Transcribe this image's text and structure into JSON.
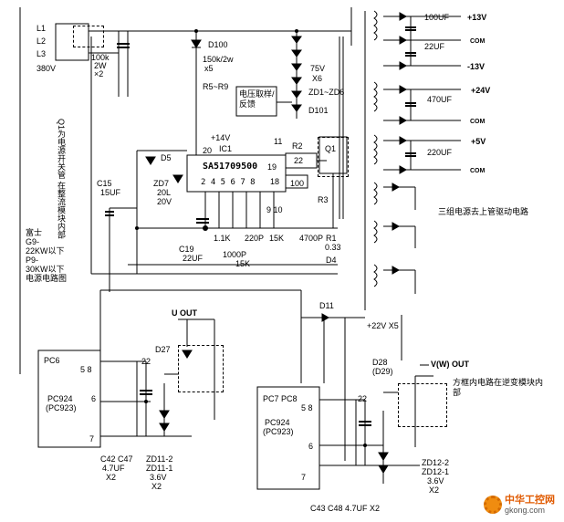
{
  "input": {
    "terminals": [
      "L1",
      "L2",
      "L3"
    ],
    "voltage": "380V",
    "resistor": "100k",
    "resistor_w": "2W",
    "resistor_qty": "×2"
  },
  "startup": {
    "diode": "D100",
    "resistor": "150k/2w",
    "qty": "x5",
    "divider": "R5~R9"
  },
  "zener_stack": {
    "voltage": "75V",
    "qty": "X6",
    "names": "ZD1~ZD6",
    "diode": "D101"
  },
  "feedback": {
    "label": "电压取样/反馈"
  },
  "ic1": {
    "name": "IC1",
    "part": "SA51709500",
    "supply": "+14V",
    "pin20": "20",
    "pins_row": "2 4 5 6 7 8",
    "pin19": "19",
    "pin18": "18",
    "pin11": "11",
    "pin22": "22",
    "pin9_10": "9  10"
  },
  "q1": {
    "name": "Q1",
    "r2": "R2",
    "r22": "22",
    "r3": "R3",
    "r100": "100",
    "r1": "R1",
    "r1_val": "0.33"
  },
  "q1_note": "Q1为电源开关管 在整流模块内部",
  "aux": {
    "d5": "D5",
    "zd7": "ZD7",
    "zd7_val": "20L",
    "zd7_v": "20V",
    "c15": "C15",
    "c15_val": "15UF",
    "c19": "C19",
    "c19_val": "22UF",
    "r_1k": "1.1K",
    "c_220p": "220P",
    "r_15k": "15K",
    "c_4700p": "4700P",
    "c_1000p": "1000P",
    "r_15k_b": "15K",
    "d4": "D4"
  },
  "outputs": [
    {
      "cap": "100UF",
      "label": "+13V"
    },
    {
      "cap": "",
      "label": "COM"
    },
    {
      "cap": "22UF",
      "label": "-13V"
    },
    {
      "cap": "470UF",
      "label": "+24V"
    },
    {
      "cap": "",
      "label": "COM"
    },
    {
      "cap": "220UF",
      "label": "+5V"
    },
    {
      "cap": "",
      "label": "COM"
    }
  ],
  "drive_note": "三组电源去上管驱动电路",
  "plus22": "+22V X5",
  "title_note": [
    "富士",
    "G9-",
    "22KW以下",
    "P9-",
    "30KW以下",
    "电源电路图"
  ],
  "u_out": {
    "title": "U OUT",
    "pc6": "PC6",
    "pins_58": "5 8",
    "pc924": "PC924",
    "pc923": "(PC923)",
    "pin6": "6",
    "pin7": "7",
    "d27": "D27",
    "r22": "22",
    "caps": "C42 C47",
    "cap_val": "4.7UF",
    "cap_qty": "X2",
    "zds": "ZD11-2",
    "zds2": "ZD11-1",
    "zd_v": "3.6V",
    "zd_qty": "X2"
  },
  "v_out": {
    "title": "V(W) OUT",
    "d11": "D11",
    "d28": "D28",
    "d29": "(D29)",
    "pc7": "PC7 PC8",
    "pins_58": "5 8",
    "pc924": "PC924",
    "pc923": "(PC923)",
    "pin6": "6",
    "pin7": "7",
    "r22": "22",
    "zds": "ZD12-2",
    "zds2": "ZD12-1",
    "zd_v": "3.6V",
    "zd_qty": "X2",
    "caps": "C43 C48 4.7UF X2",
    "module_note": "方框内电路在逆变模块内部"
  },
  "watermark": {
    "cn": "中华工控网",
    "url": "gkong.com"
  },
  "colors": {
    "line": "#000000",
    "logo": "#e05a00"
  }
}
